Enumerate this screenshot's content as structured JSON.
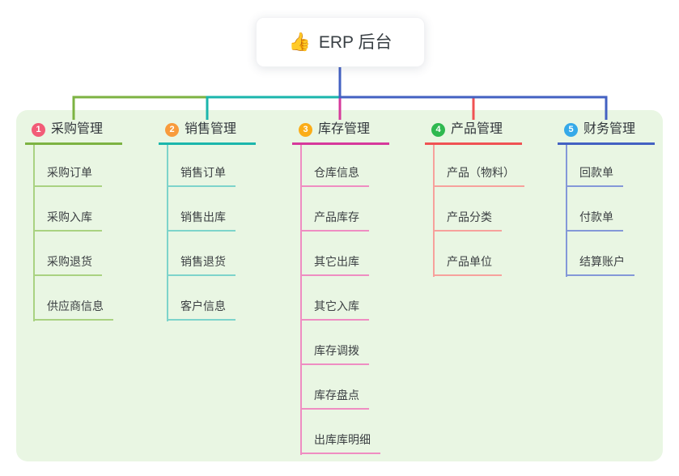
{
  "root": {
    "label": "ERP 后台",
    "icon": "thumbs-up",
    "emoji": "👍"
  },
  "panel": {
    "background": "#E9F6E3"
  },
  "branches": [
    {
      "index": "1",
      "label": "采购管理",
      "badge_color": "#F25C77",
      "line_color": "#7CB342",
      "light_line_color": "#A9D281",
      "children": [
        "采购订单",
        "采购入库",
        "采购退货",
        "供应商信息"
      ]
    },
    {
      "index": "2",
      "label": "销售管理",
      "badge_color": "#F89B3C",
      "line_color": "#1BB6AC",
      "light_line_color": "#7DD4CB",
      "children": [
        "销售订单",
        "销售出库",
        "销售退货",
        "客户信息"
      ]
    },
    {
      "index": "3",
      "label": "库存管理",
      "badge_color": "#FBAD18",
      "line_color": "#D6399B",
      "light_line_color": "#EF8DC2",
      "children": [
        "仓库信息",
        "产品库存",
        "其它出库",
        "其它入库",
        "库存调拨",
        "库存盘点",
        "出库库明细"
      ]
    },
    {
      "index": "4",
      "label": "产品管理",
      "badge_color": "#2FB950",
      "line_color": "#F05253",
      "light_line_color": "#F7A19C",
      "children": [
        "产品（物料）",
        "产品分类",
        "产品单位"
      ]
    },
    {
      "index": "5",
      "label": "财务管理",
      "badge_color": "#35A9E9",
      "line_color": "#4361C2",
      "light_line_color": "#8498D8",
      "children": [
        "回款单",
        "付款单",
        "结算账户"
      ]
    }
  ]
}
